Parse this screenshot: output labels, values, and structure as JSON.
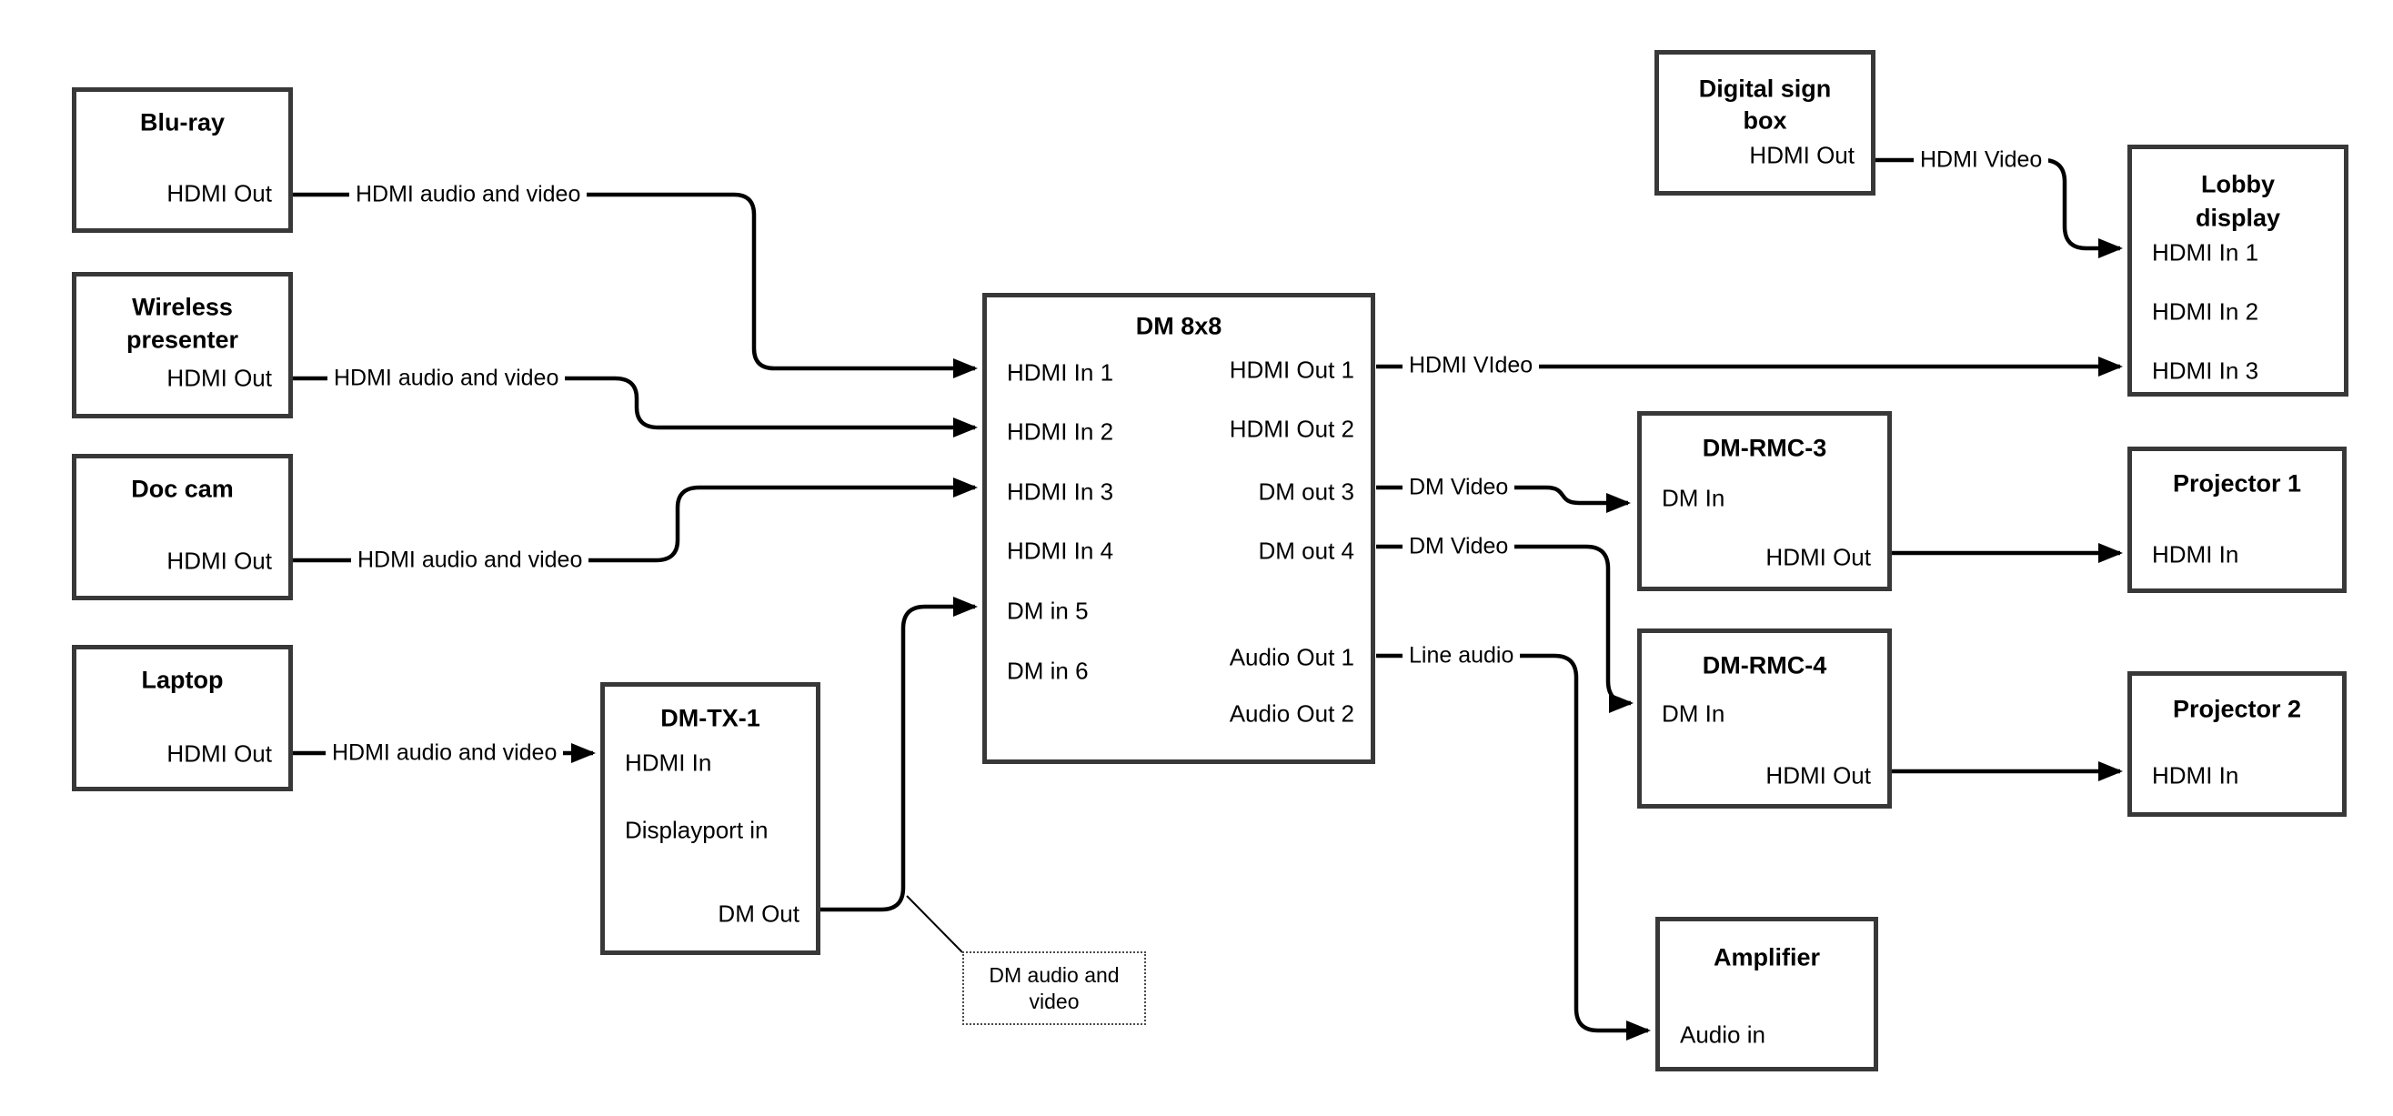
{
  "diagram": {
    "colors": {
      "background": "#ffffff",
      "box_border": "#383838",
      "wire": "#000000",
      "text": "#000000",
      "note_border": "#4a4a4a"
    },
    "nodes": {
      "bluray": {
        "title": "Blu-ray",
        "ports": {
          "hdmi_out": "HDMI Out"
        }
      },
      "wireless_presenter": {
        "title_lines": [
          "Wireless",
          "presenter"
        ],
        "ports": {
          "hdmi_out": "HDMI Out"
        }
      },
      "doc_cam": {
        "title": "Doc cam",
        "ports": {
          "hdmi_out": "HDMI Out"
        }
      },
      "laptop": {
        "title": "Laptop",
        "ports": {
          "hdmi_out": "HDMI Out"
        }
      },
      "dm_tx_1": {
        "title": "DM-TX-1",
        "ports": {
          "hdmi_in": "HDMI In",
          "displayport_in": "Displayport in",
          "dm_out": "DM Out"
        }
      },
      "dm_8x8": {
        "title": "DM 8x8",
        "ports": {
          "hdmi_in_1": "HDMI In 1",
          "hdmi_in_2": "HDMI In 2",
          "hdmi_in_3": "HDMI In 3",
          "hdmi_in_4": "HDMI In 4",
          "dm_in_5": "DM in 5",
          "dm_in_6": "DM in 6",
          "hdmi_out_1": "HDMI Out 1",
          "hdmi_out_2": "HDMI Out 2",
          "dm_out_3": "DM out 3",
          "dm_out_4": "DM out 4",
          "audio_out_1": "Audio Out 1",
          "audio_out_2": "Audio Out 2"
        }
      },
      "digital_sign_box": {
        "title_lines": [
          "Digital sign",
          "box"
        ],
        "ports": {
          "hdmi_out": "HDMI Out"
        }
      },
      "lobby_display": {
        "title_lines": [
          "Lobby",
          "display"
        ],
        "ports": {
          "hdmi_in_1": "HDMI In 1",
          "hdmi_in_2": "HDMI In 2",
          "hdmi_in_3": "HDMI In 3"
        }
      },
      "dm_rmc_3": {
        "title": "DM-RMC-3",
        "ports": {
          "dm_in": "DM In",
          "hdmi_out": "HDMI Out"
        }
      },
      "dm_rmc_4": {
        "title": "DM-RMC-4",
        "ports": {
          "dm_in": "DM In",
          "hdmi_out": "HDMI Out"
        }
      },
      "projector_1": {
        "title": "Projector 1",
        "ports": {
          "hdmi_in": "HDMI In"
        }
      },
      "projector_2": {
        "title": "Projector 2",
        "ports": {
          "hdmi_in": "HDMI In"
        }
      },
      "amplifier": {
        "title": "Amplifier",
        "ports": {
          "audio_in": "Audio in"
        }
      }
    },
    "wire_labels": {
      "bluray_to_dm8x8": "HDMI audio and video",
      "wireless_to_dm8x8": "HDMI audio and video",
      "doccam_to_dm8x8": "HDMI audio and video",
      "laptop_to_dmtx": "HDMI audio and video",
      "hdmi_out_1": "HDMI VIdeo",
      "dm_out_3": "DM Video",
      "dm_out_4": "DM Video",
      "audio_out_1": "Line audio",
      "digital_sign": "HDMI Video"
    },
    "note": {
      "line1": "DM audio and",
      "line2": "video"
    }
  }
}
